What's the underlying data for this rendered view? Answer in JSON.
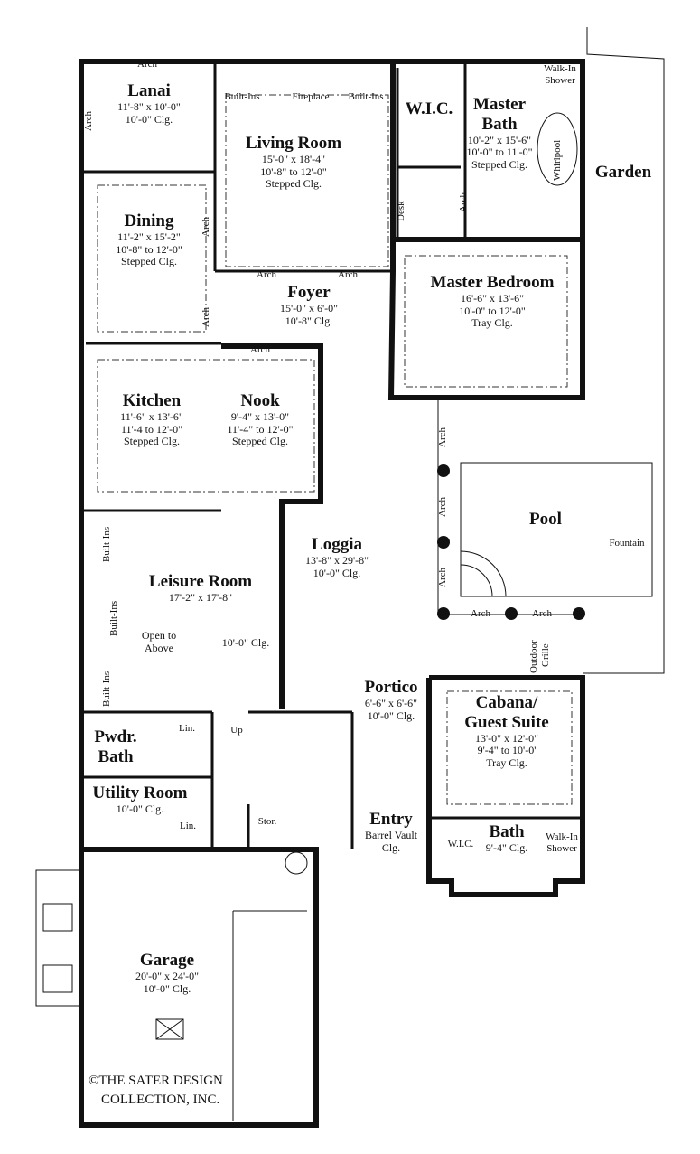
{
  "rooms": {
    "lanai": {
      "name": "Lanai",
      "size": "11'-8\" x 10'-0\"",
      "ceiling": "10'-0\" Clg."
    },
    "living": {
      "name": "Living Room",
      "size": "15'-0\" x 18'-4\"",
      "ceiling": "10'-8\" to 12'-0\"",
      "ceiling_type": "Stepped Clg."
    },
    "wic": {
      "name": "W.I.C."
    },
    "master_bath": {
      "name_1": "Master",
      "name_2": "Bath",
      "size": "10'-2\" x 15'-6\"",
      "ceiling": "10'-0\" to 11'-0\"",
      "ceiling_type": "Stepped Clg."
    },
    "garden": {
      "name": "Garden"
    },
    "dining": {
      "name": "Dining",
      "size": "11'-2\" x 15'-2\"",
      "ceiling": "10'-8\" to 12'-0\"",
      "ceiling_type": "Stepped Clg."
    },
    "foyer": {
      "name": "Foyer",
      "size": "15'-0\" x 6'-0\"",
      "ceiling": "10'-8\" Clg."
    },
    "master_bedroom": {
      "name": "Master Bedroom",
      "size": "16'-6\" x 13'-6\"",
      "ceiling": "10'-0\" to 12'-0\"",
      "ceiling_type": "Tray Clg."
    },
    "kitchen": {
      "name": "Kitchen",
      "size": "11'-6\" x 13'-6\"",
      "ceiling": "11'-4 to 12'-0\"",
      "ceiling_type": "Stepped Clg."
    },
    "nook": {
      "name": "Nook",
      "size": "9'-4\" x 13'-0\"",
      "ceiling": "11'-4\" to 12'-0\"",
      "ceiling_type": "Stepped Clg."
    },
    "pool": {
      "name": "Pool",
      "fountain": "Fountain"
    },
    "loggia": {
      "name": "Loggia",
      "size": "13'-8\" x 29'-8\"",
      "ceiling": "10'-0\" Clg."
    },
    "leisure": {
      "name": "Leisure Room",
      "size": "17'-2\" x 17'-8\"",
      "note_1": "Open to",
      "note_2": "Above",
      "ceiling": "10'-0\" Clg."
    },
    "portico": {
      "name": "Portico",
      "size": "6'-6\" x 6'-6\"",
      "ceiling": "10'-0\" Clg."
    },
    "cabana": {
      "name_1": "Cabana/",
      "name_2": "Guest Suite",
      "size": "13'-0\" x 12'-0\"",
      "ceiling": "9'-4\" to 10'-0'",
      "ceiling_type": "Tray Clg."
    },
    "pwdr_bath": {
      "name_1": "Pwdr.",
      "name_2": "Bath"
    },
    "utility": {
      "name": "Utility Room",
      "ceiling": "10'-0\" Clg."
    },
    "entry": {
      "name": "Entry",
      "ceiling_1": "Barrel Vault",
      "ceiling_2": "Clg."
    },
    "guest_bath": {
      "name": "Bath",
      "ceiling": "9'-4\" Clg.",
      "wic": "W.I.C.",
      "shower_1": "Walk-In",
      "shower_2": "Shower"
    },
    "garage": {
      "name": "Garage",
      "size": "20'-0\" x 24'-0\"",
      "ceiling": "10'-0\" Clg."
    }
  },
  "annotations": {
    "arch": "Arch",
    "built_ins": "Built-Ins",
    "fireplace": "Fireplace",
    "walk_in_shower_1": "Walk-In",
    "walk_in_shower_2": "Shower",
    "whirlpool": "Whirlpool",
    "desk": "Desk",
    "outdoor_grille_1": "Outdoor",
    "outdoor_grille_2": "Grille",
    "linen": "Lin.",
    "up": "Up",
    "storage": "Stor."
  },
  "copyright": {
    "line_1": "©THE SATER DESIGN",
    "line_2": "COLLECTION, INC."
  },
  "colors": {
    "wall": "#111111",
    "background": "#ffffff"
  }
}
